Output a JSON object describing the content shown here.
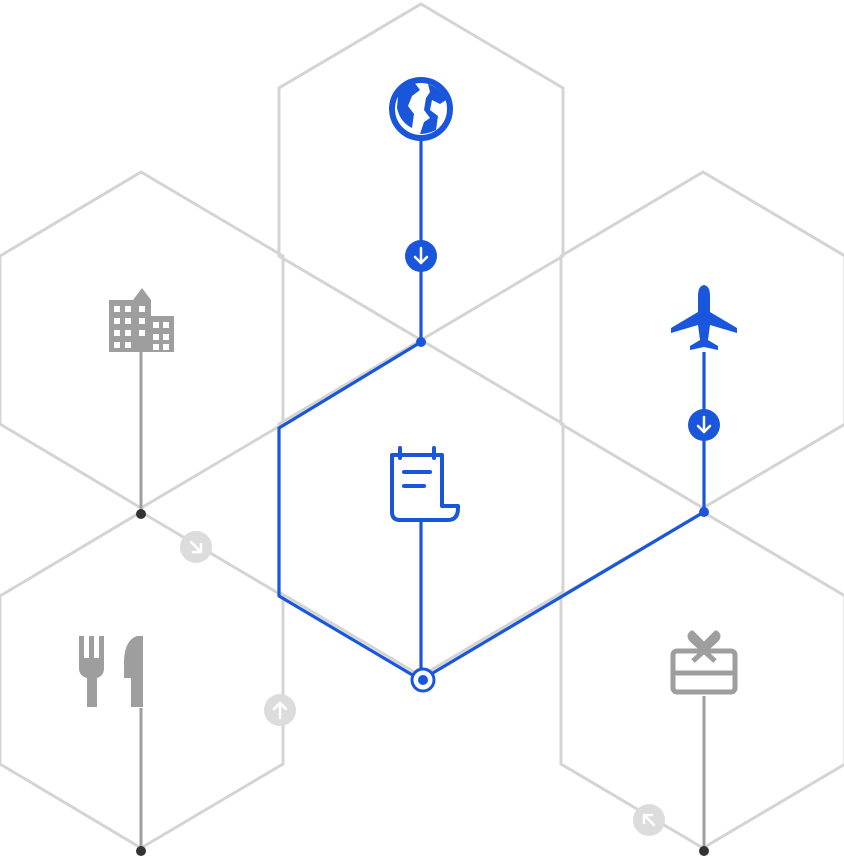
{
  "colors": {
    "background": "#ffffff",
    "hex_outline": "#d4d4d4",
    "accent": "#1a56db",
    "muted": "#9e9e9e",
    "dot_dark": "#333333",
    "arrow_badge_muted": "#dcdcdc"
  },
  "diagram": {
    "hexagons": [
      {
        "id": "globe",
        "icon": "globe-icon",
        "active": true
      },
      {
        "id": "building",
        "icon": "building-icon",
        "active": false
      },
      {
        "id": "airplane",
        "icon": "airplane-icon",
        "active": true
      },
      {
        "id": "receipt",
        "icon": "receipt-icon",
        "active": true
      },
      {
        "id": "dining",
        "icon": "fork-knife-icon",
        "active": false
      },
      {
        "id": "gift",
        "icon": "gift-card-icon",
        "active": false
      }
    ]
  }
}
